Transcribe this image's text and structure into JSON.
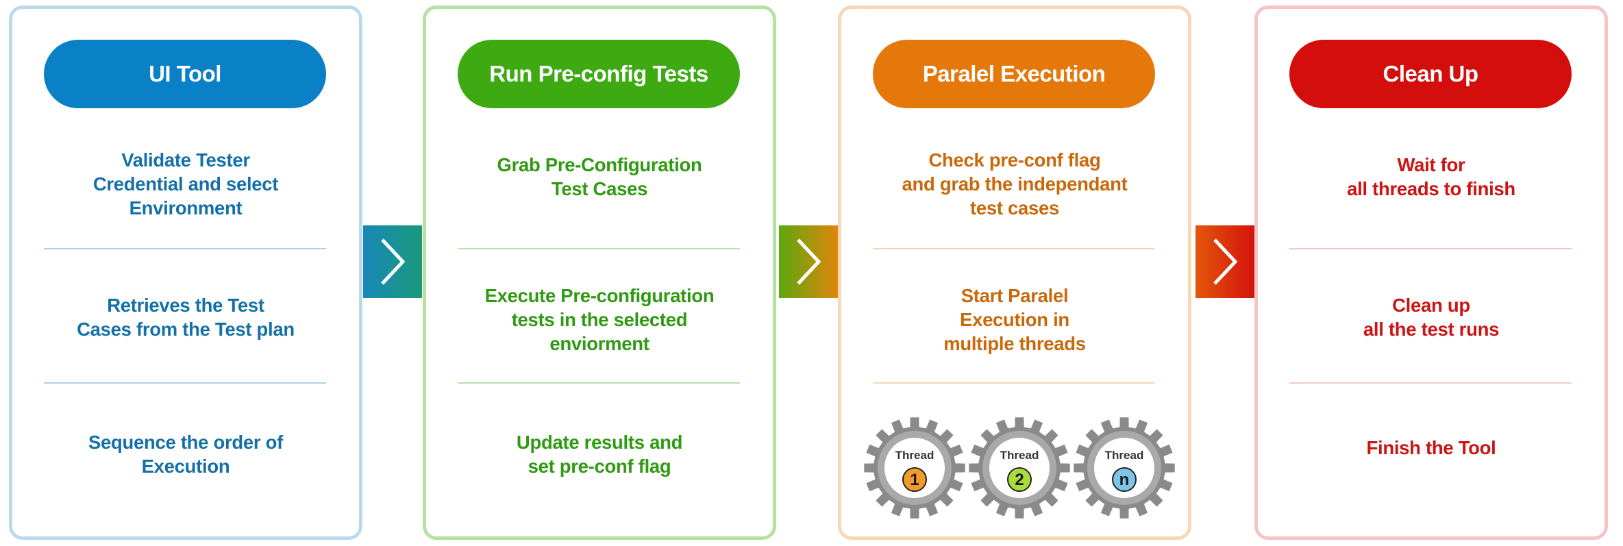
{
  "colors": {
    "blue": "#0a80c6",
    "blue_text": "#1570a8",
    "green": "#3daa12",
    "green_text": "#2f9a12",
    "orange": "#e5780a",
    "orange_text": "#c8690c",
    "red": "#d40d0d",
    "red_text": "#cc1414"
  },
  "stages": [
    {
      "title": "UI Tool",
      "steps": [
        "Validate Tester\nCredential and select\nEnvironment",
        "Retrieves the Test\nCases from the Test plan",
        "Sequence the order of\nExecution"
      ]
    },
    {
      "title": "Run Pre-config Tests",
      "steps": [
        "Grab Pre-Configuration\nTest Cases",
        "Execute Pre-configuration\ntests in the selected\nenviorment",
        "Update results and\nset pre-conf flag"
      ]
    },
    {
      "title": "Paralel Execution",
      "steps": [
        "Check pre-conf flag\nand grab the independant\ntest cases",
        "Start Paralel\nExecution in\nmultiple threads"
      ],
      "threads": [
        {
          "label": "Thread",
          "id": "1",
          "color": "#f29a2e"
        },
        {
          "label": "Thread",
          "id": "2",
          "color": "#a8dc3c"
        },
        {
          "label": "Thread",
          "id": "n",
          "color": "#7fc4ea"
        }
      ]
    },
    {
      "title": "Clean Up",
      "steps": [
        "Wait for\nall threads to finish",
        "Clean up\nall the test runs",
        "Finish the Tool"
      ]
    }
  ]
}
